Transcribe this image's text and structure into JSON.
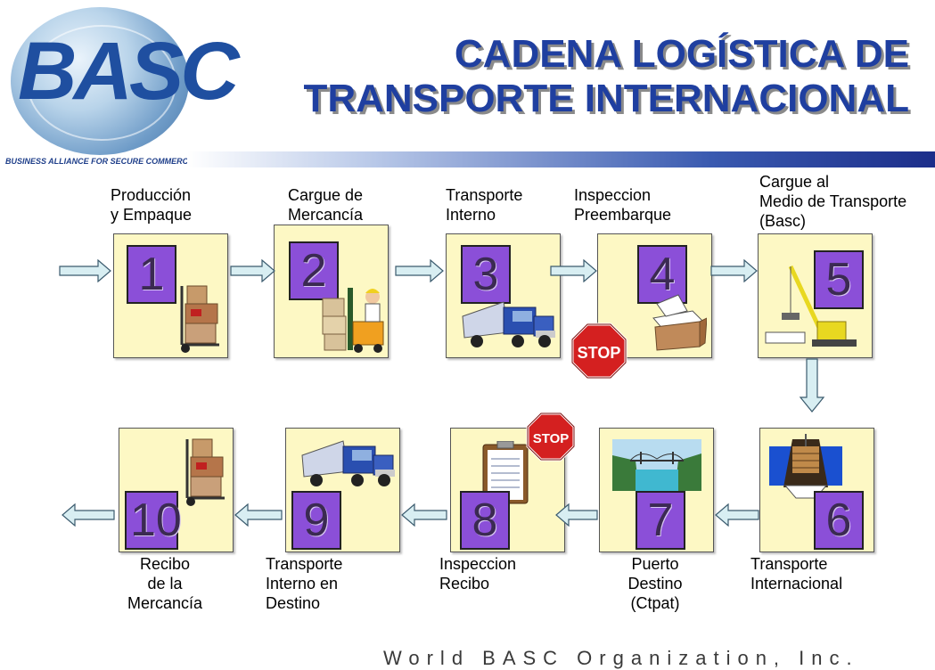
{
  "logo": {
    "text": "BASC",
    "tagline": "BUSINESS ALLIANCE FOR SECURE COMMERCE"
  },
  "title": {
    "line1": "CADENA LOGÍSTICA DE",
    "line2": "TRANSPORTE INTERNACIONAL"
  },
  "stages": {
    "s1": {
      "number": "1",
      "label": [
        "Producción",
        "y Empaque"
      ]
    },
    "s2": {
      "number": "2",
      "label": [
        "Cargue de",
        "Mercancía"
      ]
    },
    "s3": {
      "number": "3",
      "label": [
        "Transporte",
        "Interno"
      ]
    },
    "s4": {
      "number": "4",
      "label": [
        "Inspeccion",
        "Preembarque"
      ]
    },
    "s5": {
      "number": "5",
      "label": [
        "Cargue al",
        "Medio de Transporte",
        "(Basc)"
      ]
    },
    "s6": {
      "number": "6",
      "label": [
        "Transporte",
        "Internacional"
      ]
    },
    "s7": {
      "number": "7",
      "label": [
        "Puerto",
        "Destino",
        "(Ctpat)"
      ]
    },
    "s8": {
      "number": "8",
      "label": [
        "Inspeccion",
        "Recibo"
      ]
    },
    "s9": {
      "number": "9",
      "label": [
        "Transporte",
        "Interno en",
        "Destino"
      ]
    },
    "s10": {
      "number": "10",
      "label": [
        "Recibo",
        "de la",
        "Mercancía"
      ]
    }
  },
  "stop_sign_text": "STOP",
  "footer": "World BASC Organization, Inc.",
  "colors": {
    "title": "#1f3fa0",
    "number_box": "#8b4fd8",
    "stage_box": "#fdf8c4",
    "arrow": "#d8eef2"
  }
}
